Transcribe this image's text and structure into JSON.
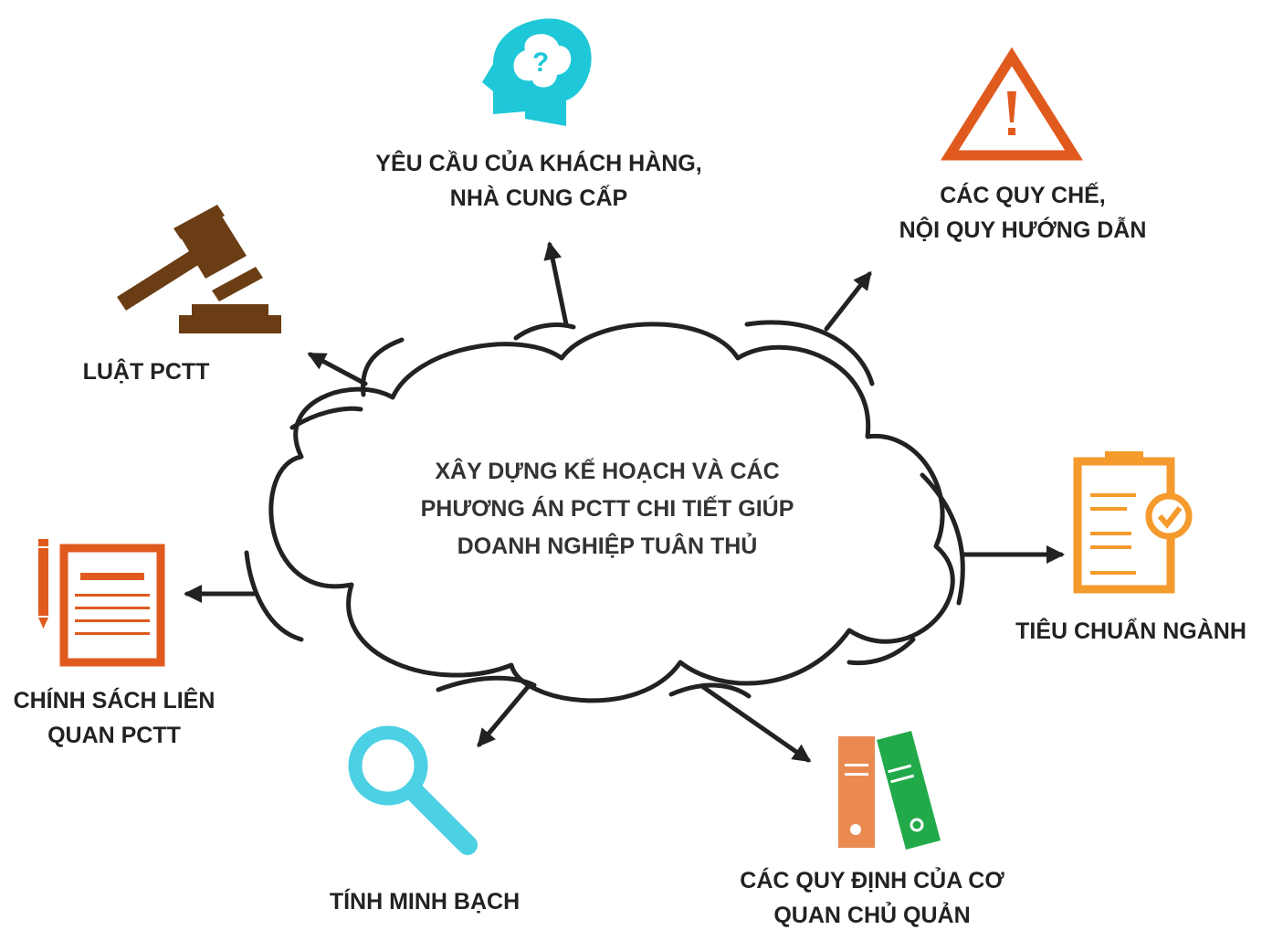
{
  "center": {
    "lines": [
      "XÂY DỰNG KẾ HOẠCH VÀ CÁC",
      "PHƯƠNG ÁN PCTT CHI TIẾT GIÚP",
      "DOANH NGHIỆP TUÂN THỦ"
    ]
  },
  "nodes": {
    "customer": {
      "lines": [
        "YÊU CẦU CỦA KHÁCH HÀNG,",
        "NHÀ CUNG CẤP"
      ],
      "icon": "head-question-icon",
      "color": "#1ec8d8"
    },
    "regulations": {
      "lines": [
        "CÁC QUY CHẾ,",
        "NỘI QUY HƯỚNG DẪN"
      ],
      "icon": "warning-triangle-icon",
      "color": "#e05a1e"
    },
    "law": {
      "lines": [
        "LUẬT PCTT"
      ],
      "icon": "gavel-icon",
      "color": "#6b3d14"
    },
    "standards": {
      "lines": [
        "TIÊU CHUẨN NGÀNH"
      ],
      "icon": "clipboard-check-icon",
      "color": "#f59a2c"
    },
    "policy": {
      "lines": [
        "CHÍNH SÁCH LIÊN",
        "QUAN PCTT"
      ],
      "icon": "document-pencil-icon",
      "color": "#e05a1e"
    },
    "transparency": {
      "lines": [
        "TÍNH MINH BẠCH"
      ],
      "icon": "magnifier-icon",
      "color": "#4cd0e4"
    },
    "authority": {
      "lines": [
        "CÁC QUY ĐỊNH CỦA CƠ",
        "QUAN CHỦ QUẢN"
      ],
      "icon": "binders-icon",
      "colors": [
        "#ea8a50",
        "#22aa4a"
      ]
    }
  }
}
